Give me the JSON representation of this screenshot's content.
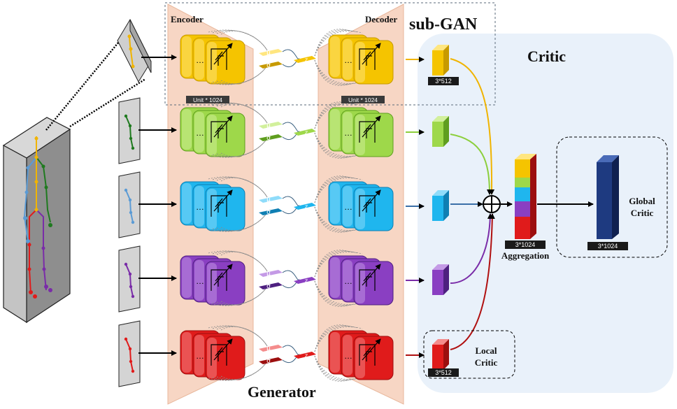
{
  "labels": {
    "encoder": "Encoder",
    "decoder": "Decoder",
    "sub_gan": "sub-GAN",
    "critic": "Critic",
    "generator": "Generator",
    "aggregation": "Aggregation",
    "global_critic_1": "Global",
    "global_critic_2": "Critic",
    "local_critic_1": "Local",
    "local_critic_2": "Critic",
    "unit_enc": "Unit * 1024",
    "unit_dec": "Unit * 1024",
    "local_dim": "3*512",
    "local_dim_bottom": "3*512",
    "agg_dim": "3*1024",
    "global_dim": "3*1024",
    "mu": "μ",
    "sigma": "σ",
    "z": "z"
  },
  "rows": [
    {
      "name": "row-yellow",
      "color": "#f5c400",
      "dark": "#c79a00",
      "light": "#ffe680"
    },
    {
      "name": "row-green",
      "color": "#9ed84a",
      "dark": "#5f9e1f",
      "light": "#d2f09c"
    },
    {
      "name": "row-blue",
      "color": "#1fb6ee",
      "dark": "#0f7fb3",
      "light": "#8fdcfa"
    },
    {
      "name": "row-purple",
      "color": "#8a3fc2",
      "dark": "#4e2080",
      "light": "#c49ae6"
    },
    {
      "name": "row-red",
      "color": "#e01b1b",
      "dark": "#9c0f0f",
      "light": "#f48c8c"
    }
  ],
  "colors": {
    "panel": "#f7d6c4",
    "critic_bg": "#e9f1fa",
    "global_bar": "#1e3a80",
    "tag_bg": "#1a1a1a",
    "arrow_yellow": "#f0b400",
    "arrow_green": "#8ccf3c",
    "arrow_blue": "#3a6fa8",
    "arrow_purple": "#7a2ca8",
    "arrow_red": "#b01010"
  }
}
